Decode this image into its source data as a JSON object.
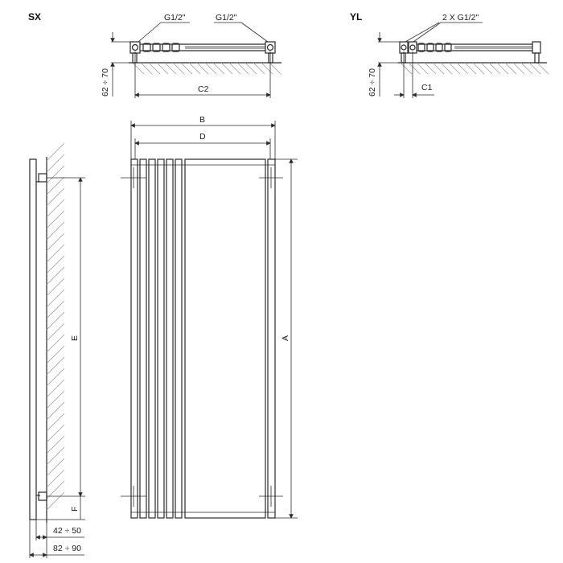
{
  "views": {
    "sx": {
      "title": "SX",
      "connection_left": "G1/2\"",
      "connection_right": "G1/2\"",
      "depth_range": "62 ÷ 70",
      "spacing_label": "C2"
    },
    "yl": {
      "title": "YL",
      "connection": "2 X G1/2\"",
      "depth_range": "62 ÷ 70",
      "spacing_label": "C1"
    },
    "side": {
      "label_e": "E",
      "label_f": "F",
      "wall_distance": "42 ÷ 50",
      "total_depth": "82 ÷ 90"
    },
    "front": {
      "label_b": "B",
      "label_d": "D",
      "label_a": "A"
    }
  }
}
